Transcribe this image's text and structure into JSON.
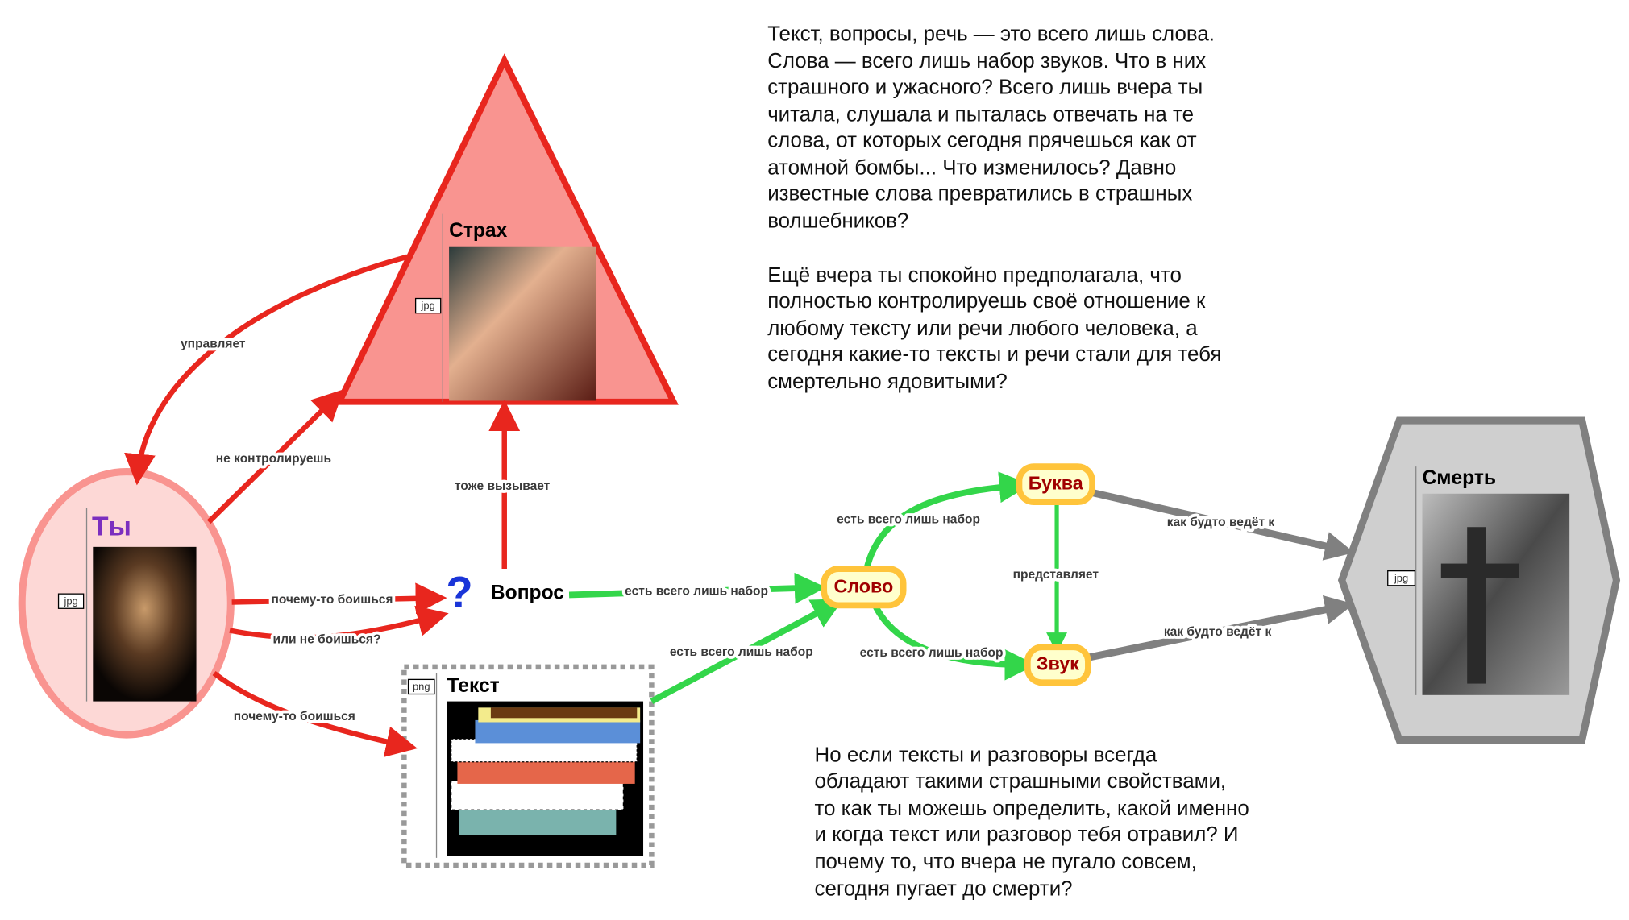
{
  "nodes": {
    "fear": {
      "title": "Страх",
      "badge": "jpg"
    },
    "you": {
      "title": "Ты",
      "badge": "jpg"
    },
    "question": {
      "title": "Вопрос",
      "icon": "question-mark-icon",
      "glyph": "?"
    },
    "text": {
      "title": "Текст",
      "badge": "png"
    },
    "word": {
      "title": "Слово"
    },
    "letter": {
      "title": "Буква"
    },
    "sound": {
      "title": "Звук"
    },
    "death": {
      "title": "Смерть",
      "badge": "jpg"
    }
  },
  "edges": {
    "controls": "управляет",
    "not_control": "не контролируешь",
    "also_causes": "тоже вызывает",
    "fear_q": "почему-то боишься",
    "or_not": "или не боишься?",
    "fear_text": "почему-то боишься",
    "q_word": "есть всего лишь набор",
    "text_word": "есть всего лишь набор",
    "word_letter": "есть всего лишь набор",
    "word_sound": "есть всего лишь набор",
    "represents": "представляет",
    "letter_death": "как будто ведёт к",
    "sound_death": "как будто ведёт к"
  },
  "paragraphs": {
    "p1": [
      "Текст, вопросы, речь — это всего лишь слова.",
      "Слова — всего лишь набор звуков. Что в них",
      "страшного и ужасного? Всего лишь вчера ты",
      "читала, слушала и пыталась отвечать на те",
      "слова, от которых сегодня прячешься как от",
      "атомной бомбы... Что изменилось? Давно",
      "известные слова превратились в страшных",
      "волшебников?"
    ],
    "p2": [
      "Ещё вчера ты спокойно предполагала, что",
      "полностью контролируешь своё отношение к",
      "любому тексту или речи любого человека, а",
      "сегодня какие-то тексты и речи стали для тебя",
      "смертельно ядовитыми?"
    ],
    "p3": [
      "Но если тексты и разговоры всегда",
      "обладают такими страшными свойствами,",
      "то как ты можешь определить, какой именно",
      "и когда текст или разговор тебя отравил? И",
      "почему то, что вчера не пугало совсем,",
      "сегодня пугает до смерти?"
    ]
  },
  "colors": {
    "red": "#e8261e",
    "green": "#33d64a",
    "gray": "#808080",
    "purple": "#7b2fbf",
    "orange": "#ffc43b"
  }
}
